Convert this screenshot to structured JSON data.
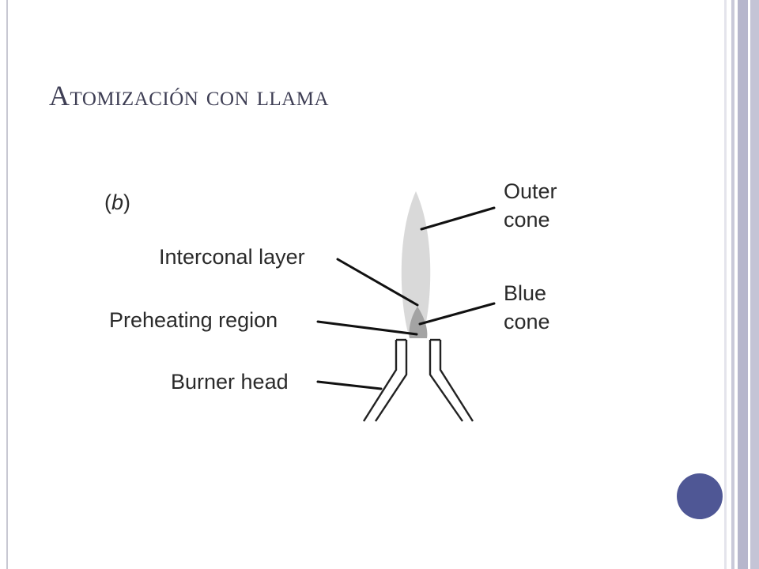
{
  "slide": {
    "title": "Atomización con llama"
  },
  "diagram": {
    "panel_label_open": "(",
    "panel_label_letter": "b",
    "panel_label_close": ")",
    "labels": {
      "outer_cone_line1": "Outer",
      "outer_cone_line2": "cone",
      "interconal_layer": "Interconal layer",
      "blue_cone_line1": "Blue",
      "blue_cone_line2": "cone",
      "preheating_region": "Preheating region",
      "burner_head": "Burner head"
    }
  },
  "colors": {
    "title": "#3e3e54",
    "accent_dot": "#4f5795",
    "outer_flame": "#d9d9d9",
    "inner_flame": "#a3a3a3"
  }
}
